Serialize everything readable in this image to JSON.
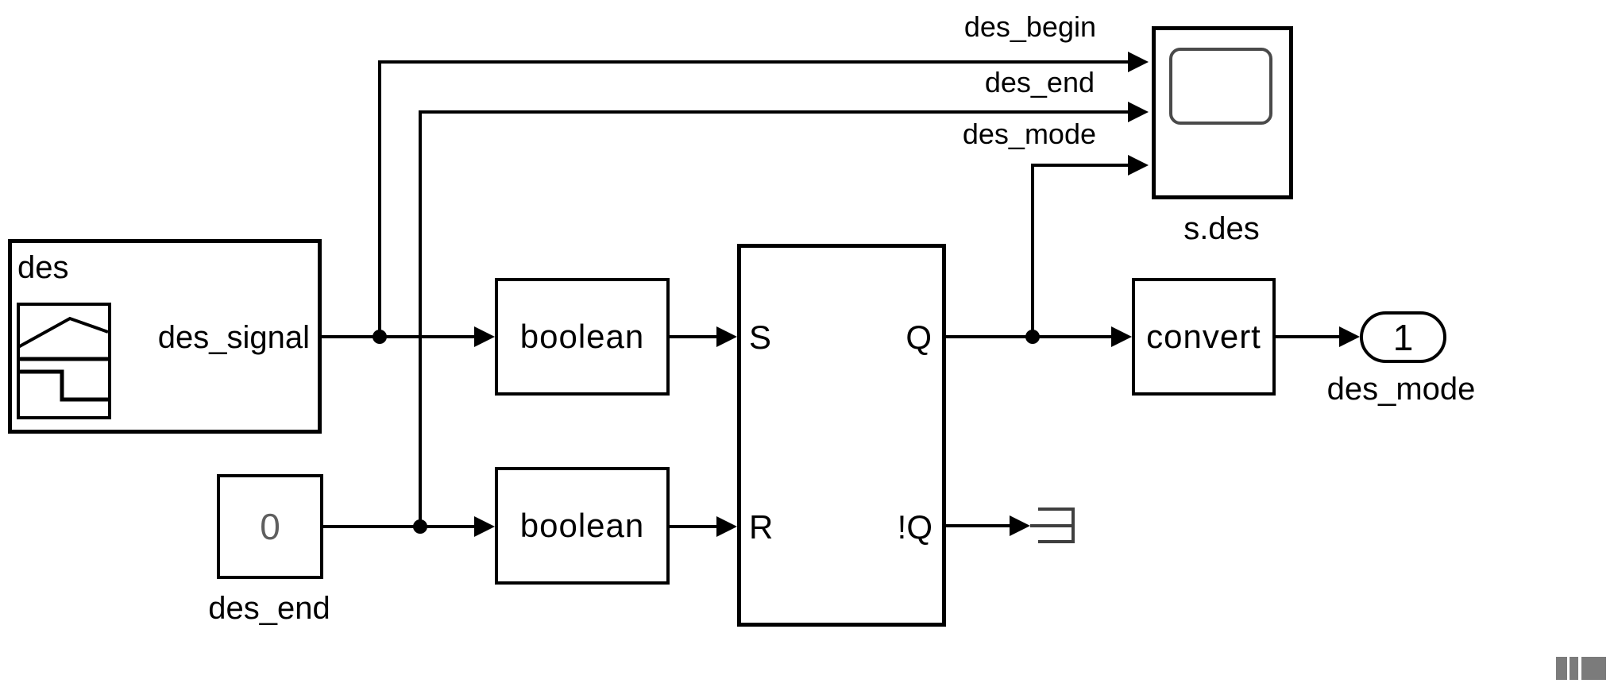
{
  "colors": {
    "line": "#000000",
    "constant_value_gray": "#5f5f5f",
    "terminator_gray": "#3f3f3f",
    "scope_screen_gray": "#4a4a4a",
    "corner_badge_gray": "#7b7b7b",
    "background": "#ffffff"
  },
  "blocks": {
    "signal_builder": {
      "title": "des",
      "port_label": "des_signal"
    },
    "constant": {
      "value": "0",
      "name_label": "des_end"
    },
    "boolean_upper": {
      "label": "boolean"
    },
    "boolean_lower": {
      "label": "boolean"
    },
    "flipflop": {
      "port_s": "S",
      "port_r": "R",
      "port_q": "Q",
      "port_qn": "!Q"
    },
    "scope": {
      "name_label": "s.des"
    },
    "convert": {
      "label": "convert"
    },
    "outport": {
      "number": "1",
      "name_label": "des_mode"
    }
  },
  "wire_labels": {
    "begin": "des_begin",
    "end": "des_end",
    "mode": "des_mode"
  }
}
